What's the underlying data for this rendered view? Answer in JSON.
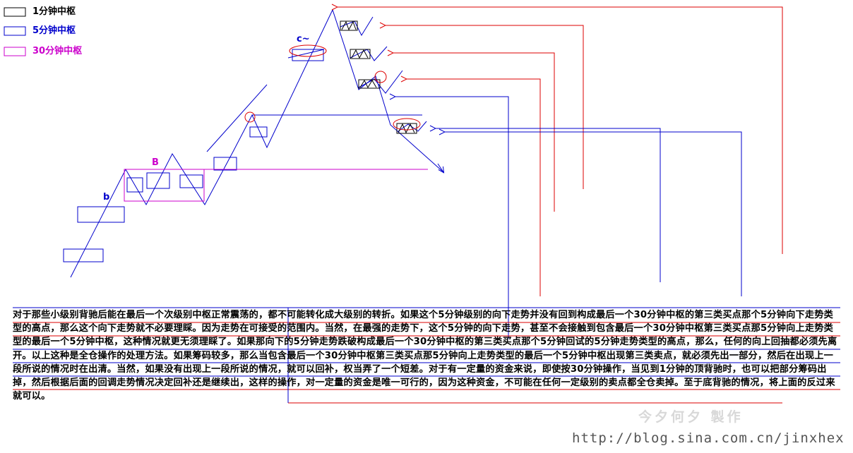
{
  "colors": {
    "black": "#000000",
    "blue": "#0000cc",
    "magenta": "#cc00cc",
    "red": "#dd0000"
  },
  "legend": [
    {
      "label": "1分钟中枢",
      "color": "#000000"
    },
    {
      "label": "5分钟中枢",
      "color": "#0000cc"
    },
    {
      "label": "30分钟中枢",
      "color": "#cc00cc"
    }
  ],
  "labels": {
    "b": "b",
    "B": "B",
    "c": "c~"
  },
  "paragraph": "对于那些小级别背驰后能在最后一个次级别中枢正常震荡的，都不可能转化成大级别的转折。如果这个5分钟级别的向下走势并没有回到构成最后一个30分钟中枢的第三类买点那个5分钟向下走势类型的高点，那么这个向下走势就不必要理睬。因为走势在可接受的范围内。当然，在最强的走势下，这个5分钟的向下走势，甚至不会接触到包含最后一个30分钟中枢第三类买点那5分钟向上走势类型的最后一个5分钟中枢，这种情况就更无须理睬了。如果那向下的5分钟走势跌破构成最后一个30分钟中枢的第三类买点那个5分钟回试的5分钟走势类型的高点，那么，任何的向上回抽都必须先离开。以上这种是全仓操作的处理方法。如果筹码较多，那么当包含最后一个30分钟中枢第三类买点那5分钟向上走势类型的最后一个5分钟中枢出现第三类卖点，就必须先出一部分，然后在出现上一段所说的情况时在出清。当然，如果没有出现上一段所说的情况，就可以回补，权当弄了一个短差。对于有一定量的资金来说，即使按30分钟操作，当见到1分钟的顶背驰时，也可以把部分筹码出掉，然后根据后面的回调走势情况决定回补还是继续出，这样的操作，对一定量的资金是唯一可行的，因为这种资金，不可能在任何一定级别的卖点都全仓卖掉。至于底背驰的情况，将上面的反过来就可以。",
  "watermark": "今夕何夕  製作",
  "url": "http://blog.sina.com.cn/jinxhex"
}
